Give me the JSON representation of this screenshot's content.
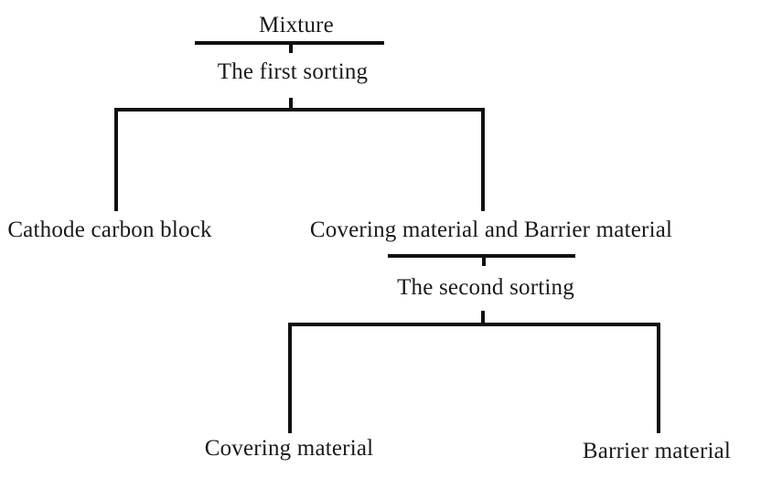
{
  "diagram": {
    "nodes": {
      "mixture": "Mixture",
      "first_sorting": "The first sorting",
      "cathode_carbon_block": "Cathode carbon block",
      "covering_and_barrier": "Covering material and Barrier material",
      "second_sorting": "The second sorting",
      "covering_material": "Covering material",
      "barrier_material": "Barrier material"
    },
    "colors": {
      "line": "#101010",
      "text": "#1a1a1a",
      "background": "#ffffff"
    }
  }
}
